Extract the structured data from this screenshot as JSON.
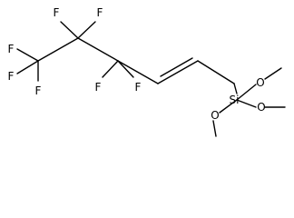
{
  "structure": {
    "atoms": {
      "f1": "F",
      "f2": "F",
      "f3": "F",
      "f4": "F",
      "f5": "F",
      "f6": "F",
      "f7": "F",
      "si": "Si",
      "o1": "O",
      "o2": "O",
      "o3": "O"
    }
  }
}
